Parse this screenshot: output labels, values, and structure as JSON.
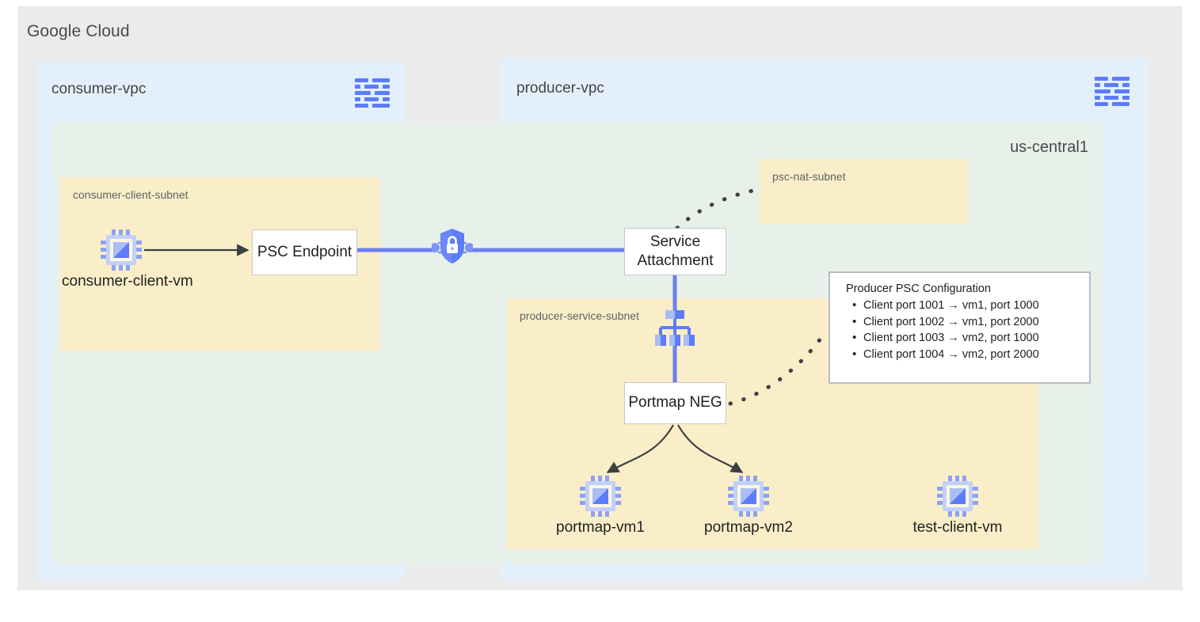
{
  "page": {
    "platform_title": "Google Cloud",
    "background": "#ebebeb"
  },
  "colors": {
    "vpc_blue": "#e3f0fb",
    "region_green": "#e8f0ea",
    "subnet_yellow": "#faeec8",
    "accent_blue": "#5c7cfa",
    "connector_blue": "#6b7ff0",
    "arrow_gray": "#3c4043",
    "text_dark": "#202124",
    "text_muted": "#5f6368"
  },
  "vpcs": [
    {
      "id": "consumer",
      "title": "consumer-vpc",
      "icon": "vpc-network-icon"
    },
    {
      "id": "producer",
      "title": "producer-vpc",
      "icon": "vpc-network-icon"
    }
  ],
  "region": {
    "label": "us-central1"
  },
  "subnets": [
    {
      "id": "consumer-client",
      "label": "consumer-client-subnet"
    },
    {
      "id": "psc-nat",
      "label": "psc-nat-subnet"
    },
    {
      "id": "producer-service",
      "label": "producer-service-subnet"
    }
  ],
  "nodes": {
    "psc_endpoint": {
      "label": "PSC Endpoint"
    },
    "service_attachment": {
      "line1": "Service",
      "line2": "Attachment"
    },
    "portmap_neg": {
      "label": "Portmap NEG"
    },
    "load_balancer": {
      "icon": "load-balancer-icon"
    },
    "psc_shield": {
      "icon": "shield-lock-icon"
    }
  },
  "vms": [
    {
      "id": "consumer-client-vm",
      "label": "consumer-client-vm",
      "icon": "vm-chip-icon"
    },
    {
      "id": "portmap-vm1",
      "label": "portmap-vm1",
      "icon": "vm-chip-icon"
    },
    {
      "id": "portmap-vm2",
      "label": "portmap-vm2",
      "icon": "vm-chip-icon"
    },
    {
      "id": "test-client-vm",
      "label": "test-client-vm",
      "icon": "vm-chip-icon"
    }
  ],
  "psc_config": {
    "title": "Producer PSC Configuration",
    "rules": [
      "Client port 1001 → vm1, port 1000",
      "Client port 1002 → vm1, port 2000",
      "Client port 1003 → vm2, port 1000",
      "Client port 1004 → vm2, port 2000"
    ]
  }
}
